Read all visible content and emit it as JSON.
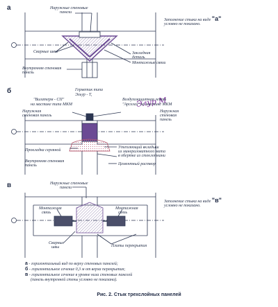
{
  "colors": {
    "line": "#2b3550",
    "purple": "#6b4a94",
    "pink": "#d9a0b0",
    "label": "#1f2a44",
    "hand": "#7a2b9a"
  },
  "section_a": {
    "letter": "а",
    "note_line1": "Заполнение стыка на виде",
    "note_letter": "\"а\"",
    "note_line2": "условно не показано.",
    "outer_panel_1": "Наружные стеновые",
    "outer_panel_2": "панели",
    "welded_plates": "Сварные швы",
    "embedded_1": "Закладная",
    "embedded_2": "деталь",
    "mounting_links": "Монтажные связи",
    "inner_panel_1": "Внутренняя стеновая",
    "inner_panel_2": "панель"
  },
  "section_b": {
    "letter": "б",
    "sealant_1": "Герметик типа",
    "sealant_2": "Эльур - Т,",
    "vilaterm_1": "\"Вилатерм - СП\"",
    "vilaterm_2": "на мастике типа МКМ",
    "air_tape_1": "Воздухозащитная лента",
    "air_tape_2": "\"Арселаз\" на мастике МКМ",
    "outer_left_1": "Наружная",
    "outer_left_2": "стеновая панель",
    "outer_right_1": "Наружная",
    "outer_right_2": "стеновая",
    "outer_right_3": "панель",
    "tar_strip": "Прокладка серзяной",
    "inner_1": "Внутренняя стеновая",
    "inner_2": "панель",
    "insert_1": "Утепляющий вкладыш",
    "insert_2": "из минераловатного мата",
    "insert_3": "в обертке из стеклоткани",
    "cement": "Цементный раствор",
    "handwriting": "Элур М"
  },
  "section_c": {
    "letter": "в",
    "outer_1": "Наружные стеновые",
    "outer_2": "панели",
    "note_line1": "Заполнение стыка на виде",
    "note_letter": "\"в\"",
    "note_line2": "условно не показано.",
    "mount_left_1": "Монтажная",
    "mount_left_2": "связь",
    "mount_right_1": "Монтажная",
    "mount_right_2": "связь",
    "welded_1": "Сварные",
    "welded_2": "швы",
    "slabs": "Плиты перекрытия"
  },
  "legend": {
    "a_key": "а",
    "a_text": "- горизонтальный вид по верху стеновых панелей;",
    "b_key": "б",
    "b_text": "- горизонтальное сечение 0,3 м от верха перекрытия;",
    "c_key": "в",
    "c_text1": "- горизонтальное сечение в уровне низа стеновых панелей",
    "c_text2": "(панель внутренней стены условно не показана)."
  },
  "caption": "Рис. 2. Стык трехслойных панелей"
}
